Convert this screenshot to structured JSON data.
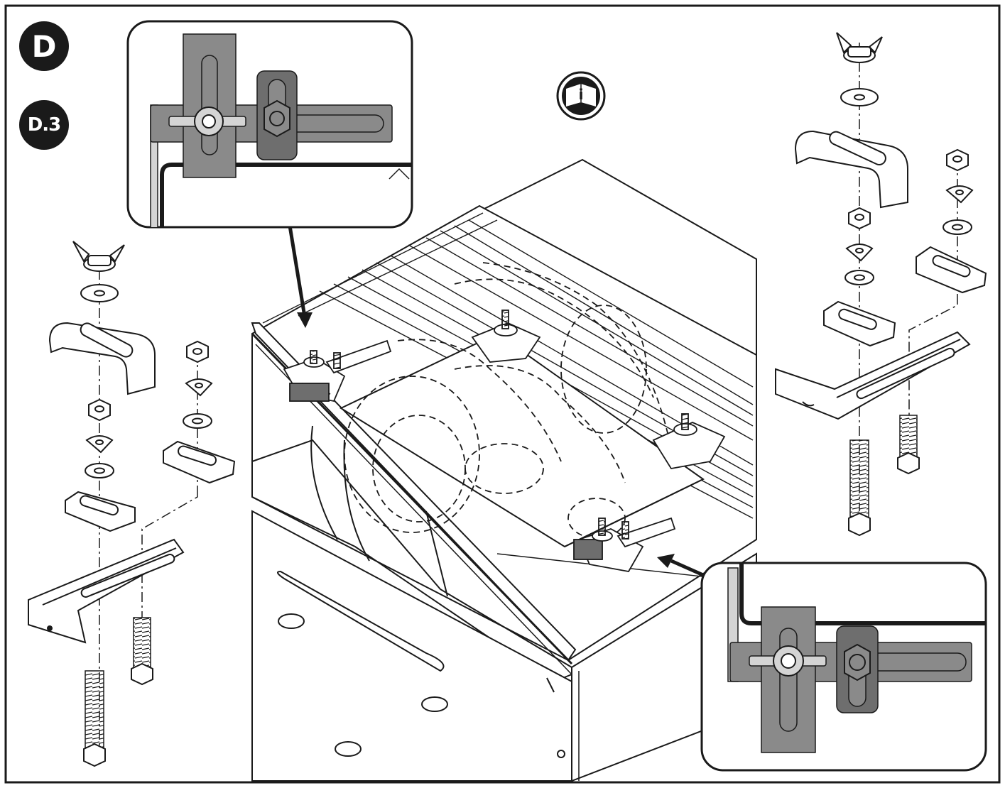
{
  "step_badge": {
    "label": "D"
  },
  "substep_badge": {
    "label": "D.3"
  },
  "manual_icon": {
    "icon": "manual-info-icon",
    "glyph": "i"
  },
  "colors": {
    "ink": "#1a1a1a",
    "plate_gray": "#8a8a8a",
    "dark_gray": "#6e6e6e",
    "light_gray": "#d4d4d4",
    "paper": "#ffffff"
  }
}
